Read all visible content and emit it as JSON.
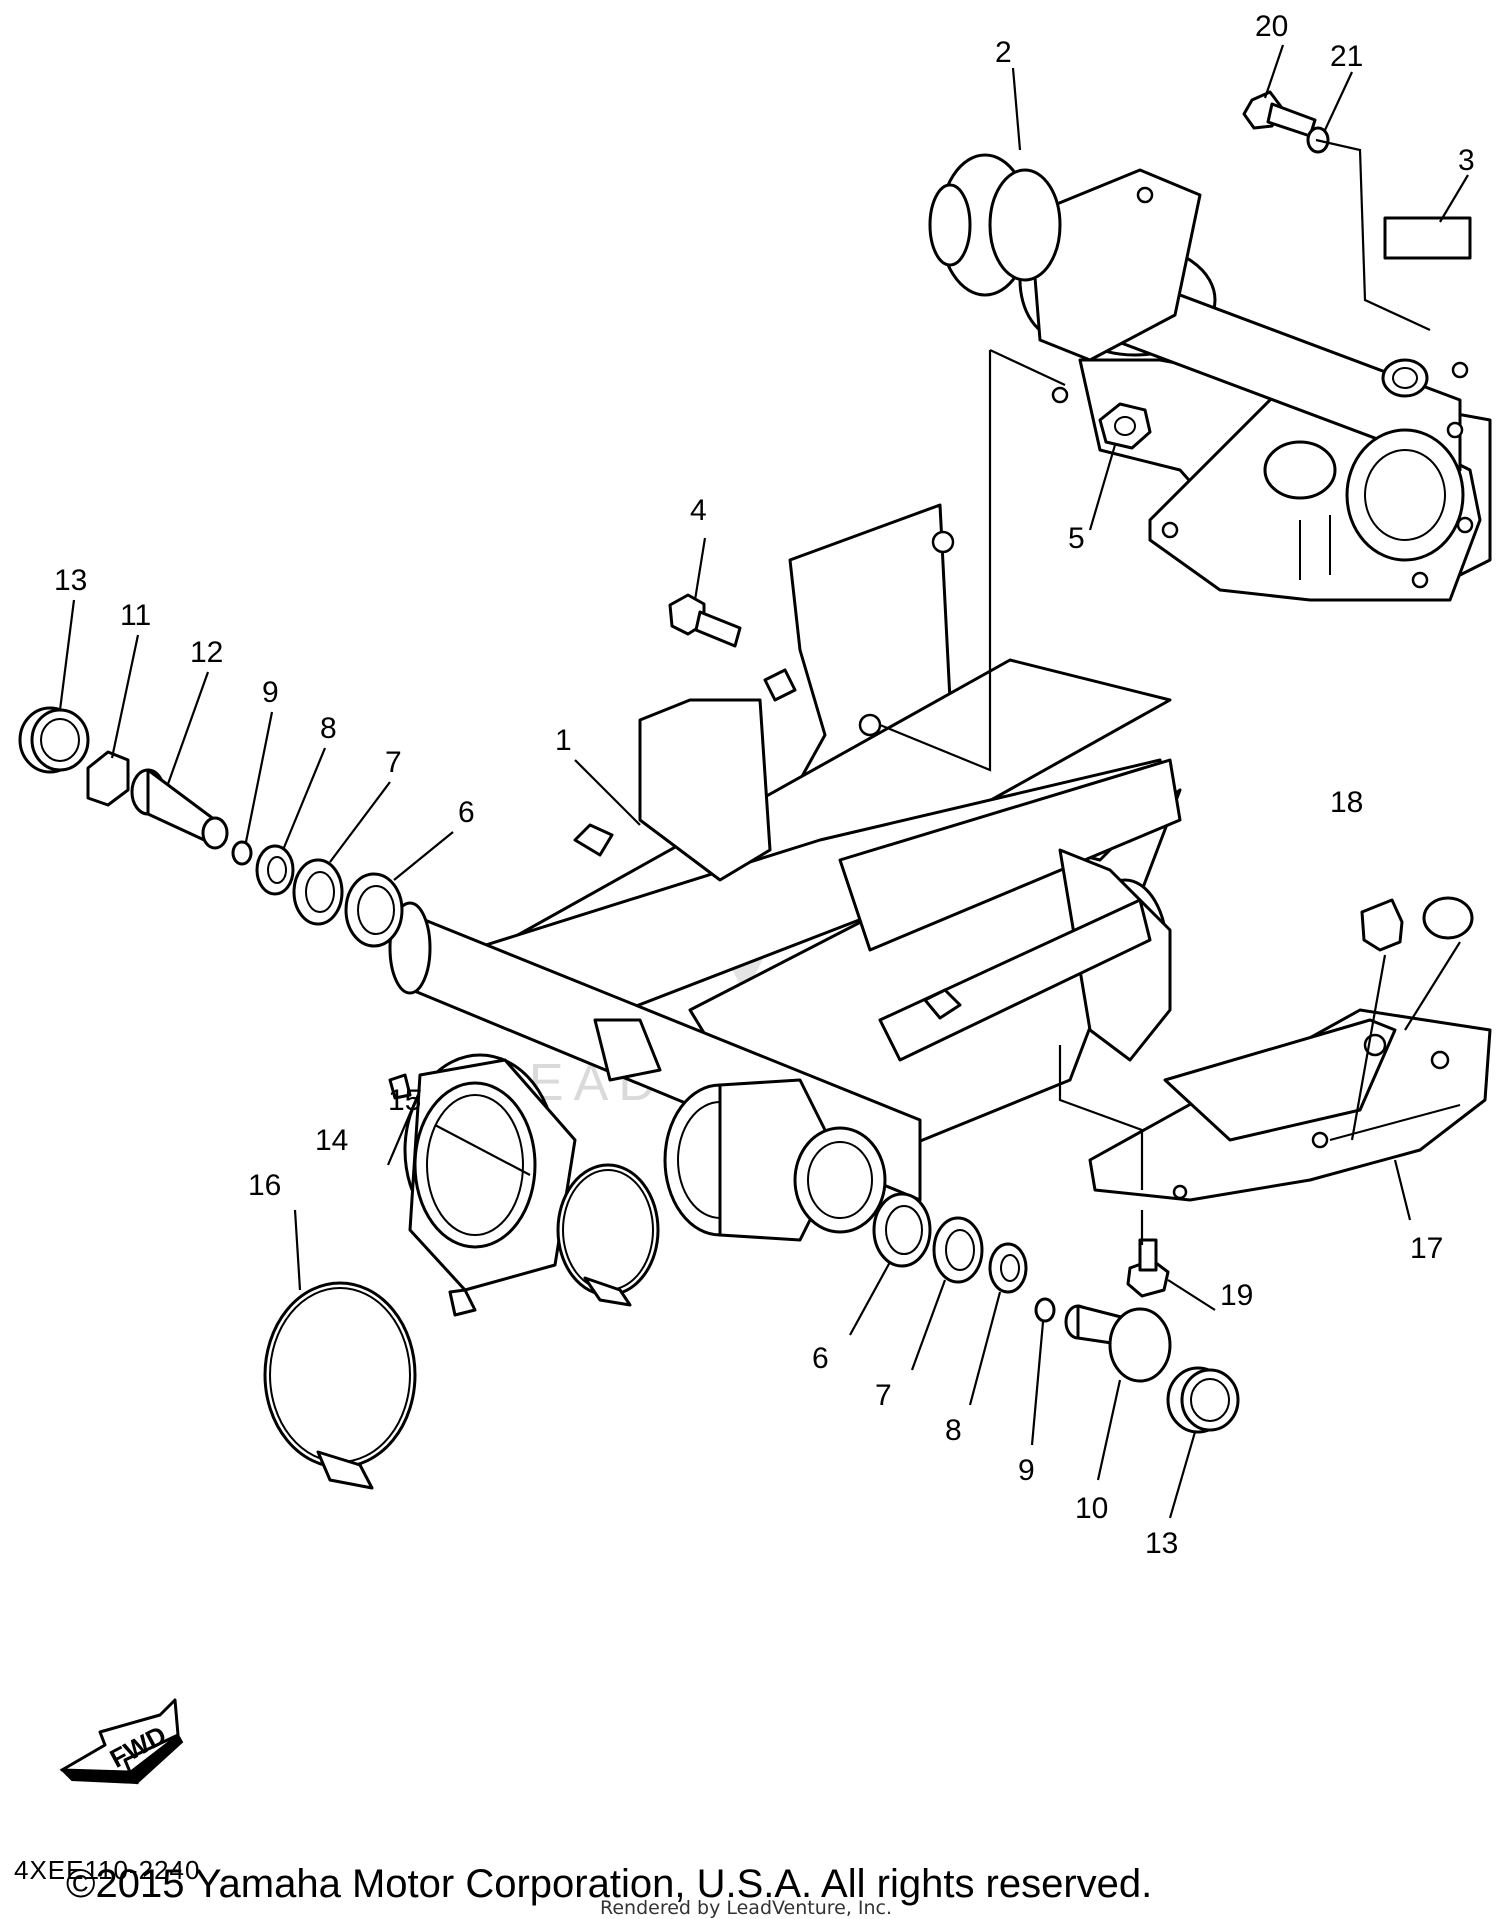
{
  "diagram": {
    "code": "4XEE110-2240",
    "copyright": "©2015 Yamaha Motor Corporation, U.S.A. All rights reserved.",
    "rendered_by": "Rendered by LeadVenture, Inc.",
    "watermark": "LEADVENTURE",
    "fwd_label": "FWD",
    "callouts": {
      "c1": "1",
      "c2": "2",
      "c3": "3",
      "c4": "4",
      "c5": "5",
      "c6a": "6",
      "c6b": "6",
      "c7a": "7",
      "c7b": "7",
      "c8a": "8",
      "c8b": "8",
      "c9a": "9",
      "c9b": "9",
      "c10": "10",
      "c11": "11",
      "c12": "12",
      "c13a": "13",
      "c13b": "13",
      "c14": "14",
      "c15": "15",
      "c16": "16",
      "c17": "17",
      "c18": "18",
      "c19": "19",
      "c20": "20",
      "c21": "21"
    },
    "icons": [
      "fwd-arrow-icon",
      "leadventure-logo-watermark"
    ]
  }
}
